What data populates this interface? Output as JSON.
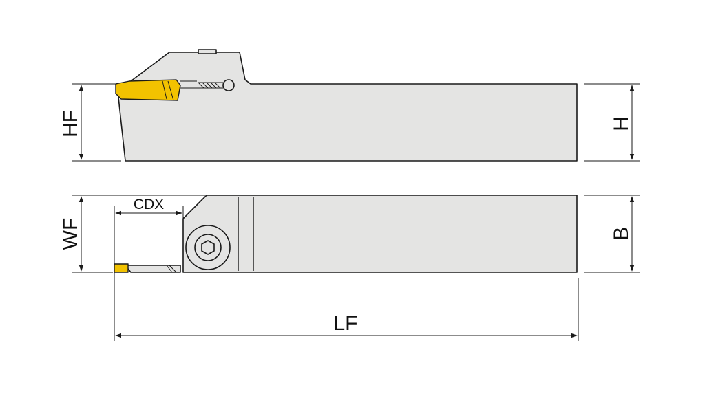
{
  "dimensions": {
    "HF": "HF",
    "H": "H",
    "WF": "WF",
    "B": "B",
    "CDX": "CDX",
    "LF": "LF"
  },
  "colors": {
    "holder_body": "#e4e4e3",
    "insert": "#f2c200",
    "outline": "#1a1a1a"
  }
}
